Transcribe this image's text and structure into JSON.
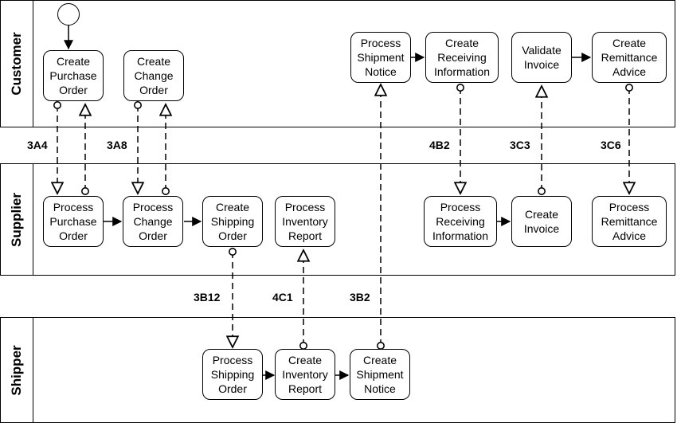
{
  "lanes": {
    "customer": "Customer",
    "supplier": "Supplier",
    "shipper": "Shipper"
  },
  "tasks": {
    "c_create_po": "Create\nPurchase\nOrder",
    "c_create_change_order": "Create\nChange\nOrder",
    "c_process_shipment_notice": "Process\nShipment\nNotice",
    "c_create_receiving_info": "Create\nReceiving\nInformation",
    "c_validate_invoice": "Validate\nInvoice",
    "c_create_remittance_advice": "Create\nRemittance\nAdvice",
    "s_process_po": "Process\nPurchase\nOrder",
    "s_process_change_order": "Process\nChange\nOrder",
    "s_create_shipping_order": "Create\nShipping\nOrder",
    "s_process_inventory_report": "Process\nInventory\nReport",
    "s_process_receiving_info": "Process\nReceiving\nInformation",
    "s_create_invoice": "Create\nInvoice",
    "s_process_remittance_advice": "Process\nRemittance\nAdvice",
    "h_process_shipping_order": "Process\nShipping\nOrder",
    "h_create_inventory_report": "Create\nInventory\nReport",
    "h_create_shipment_notice": "Create\nShipment\nNotice"
  },
  "messages": {
    "m3a4": "3A4",
    "m3a8": "3A8",
    "m4b2": "4B2",
    "m3c3": "3C3",
    "m3c6": "3C6",
    "m3b12": "3B12",
    "m4c1": "4C1",
    "m3b2": "3B2"
  }
}
